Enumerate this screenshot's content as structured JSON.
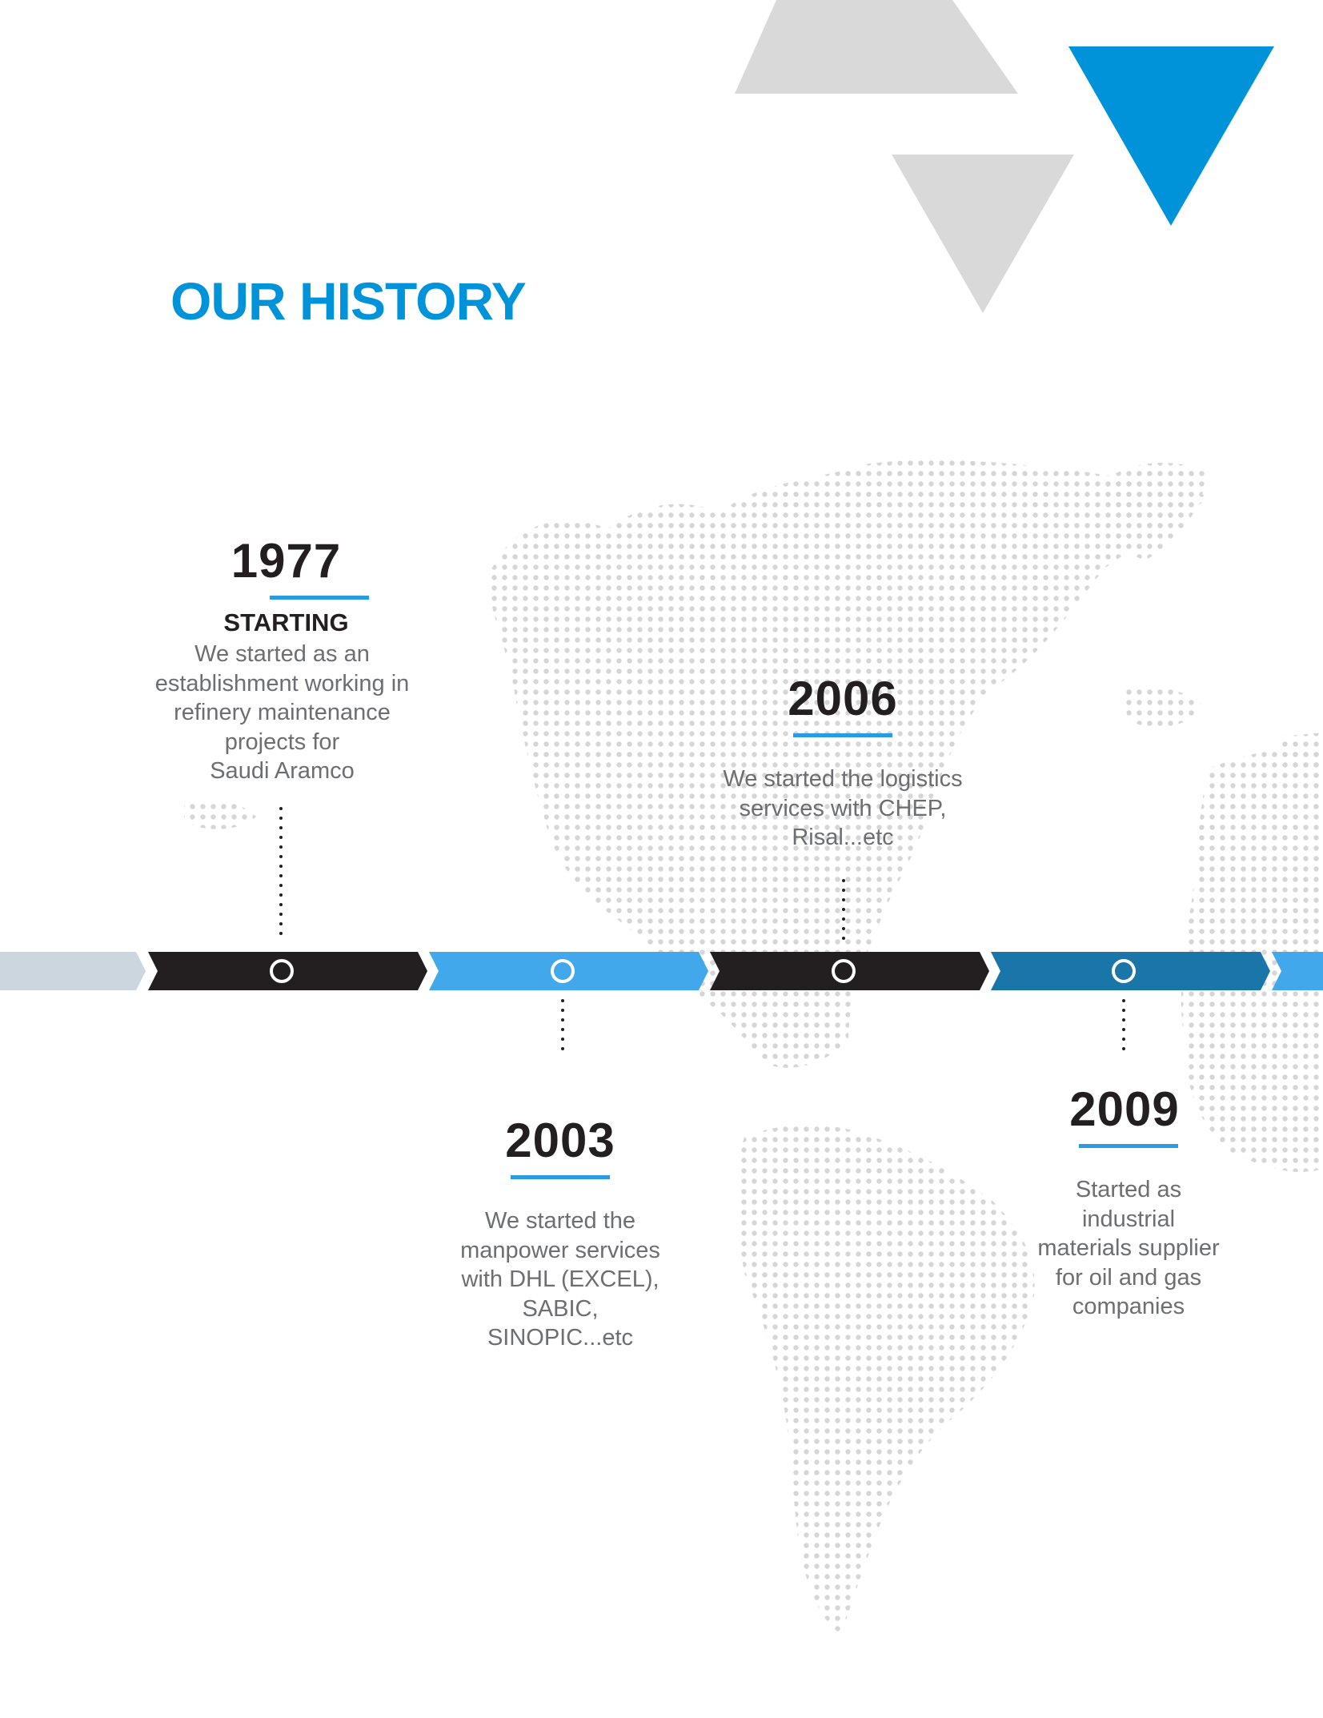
{
  "page": {
    "title": "OUR HISTORY"
  },
  "colors": {
    "title": "#0093d9",
    "accent_blue": "#0093d9",
    "light_blue": "#42a8ec",
    "dark_blue": "#1a75a9",
    "black": "#231f20",
    "pale_gray_blue": "#ccd6df",
    "triangle_gray": "#d9d9d9",
    "rule_blue": "#2a9be3",
    "map_dots": "#d6d6d6",
    "body_text": "#6d6e71"
  },
  "timeline": {
    "milestones": [
      {
        "year": "1977",
        "subtitle": "STARTING",
        "description": "We started as an\nestablishment working in\nrefinery maintenance\nprojects for\nSaudi Aramco"
      },
      {
        "year": "2003",
        "subtitle": "",
        "description": "We started the\nmanpower services\nwith DHL (EXCEL),\nSABIC,\nSINOPIC...etc"
      },
      {
        "year": "2006",
        "subtitle": "",
        "description": "We started the logistics\nservices with CHEP,\nRisal...etc"
      },
      {
        "year": "2009",
        "subtitle": "",
        "description": "Started as\nindustrial\nmaterials supplier\nfor oil and gas\ncompanies"
      }
    ]
  }
}
